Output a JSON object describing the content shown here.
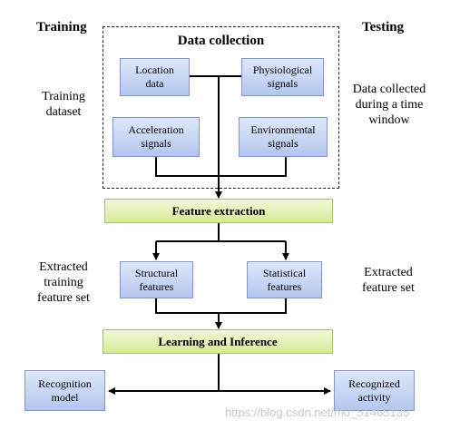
{
  "headers": {
    "training": "Training",
    "testing": "Testing"
  },
  "side_labels": {
    "training_dataset": [
      "Training",
      "dataset"
    ],
    "data_collected": [
      "Data collected",
      "during a time",
      "window"
    ],
    "extracted_training": [
      "Extracted",
      "training",
      "feature set"
    ],
    "extracted_feature": [
      "Extracted",
      "feature set"
    ]
  },
  "data_collection": {
    "title": "Data collection",
    "sources": [
      {
        "lines": [
          "Location",
          "data"
        ]
      },
      {
        "lines": [
          "Physiological",
          "signals"
        ]
      },
      {
        "lines": [
          "Acceleration",
          "signals"
        ]
      },
      {
        "lines": [
          "Environmental",
          "signals"
        ]
      }
    ]
  },
  "feature_extraction": {
    "label": "Feature extraction"
  },
  "features": [
    {
      "lines": [
        "Structural",
        "features"
      ]
    },
    {
      "lines": [
        "Statistical",
        "features"
      ]
    }
  ],
  "learning": {
    "label": "Learning and Inference"
  },
  "outputs": [
    {
      "lines": [
        "Recognition",
        "model"
      ]
    },
    {
      "lines": [
        "Recognized",
        "activity"
      ]
    }
  ],
  "watermark": "https://blog.csdn.net/m0_51465135"
}
